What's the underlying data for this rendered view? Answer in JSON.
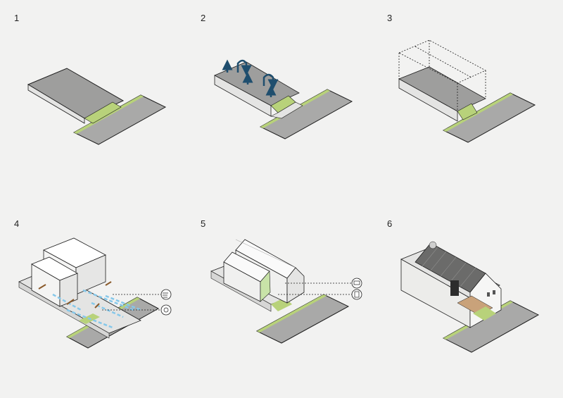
{
  "steps": [
    {
      "number": "1"
    },
    {
      "number": "2"
    },
    {
      "number": "3"
    },
    {
      "number": "4"
    },
    {
      "number": "5"
    },
    {
      "number": "6"
    }
  ],
  "colors": {
    "background": "#f2f2f1",
    "road": "#a9a9a8",
    "site_top": "#9e9e9d",
    "site_side": "#e4e4e3",
    "grass": "#b8d27a",
    "grass_dark": "#9fbd5e",
    "outline": "#1e1e1e",
    "arrow_blue": "#1f4e6e",
    "wind_blue": "#86c8ea",
    "sun_brown": "#8a5a2b",
    "house_wall": "#ececea",
    "house_roof": "#6b6b6a"
  },
  "icons": [
    "stacked-arrows-icon",
    "wind-icon",
    "sun-icon",
    "solar-panel-icon",
    "water-tank-icon"
  ]
}
